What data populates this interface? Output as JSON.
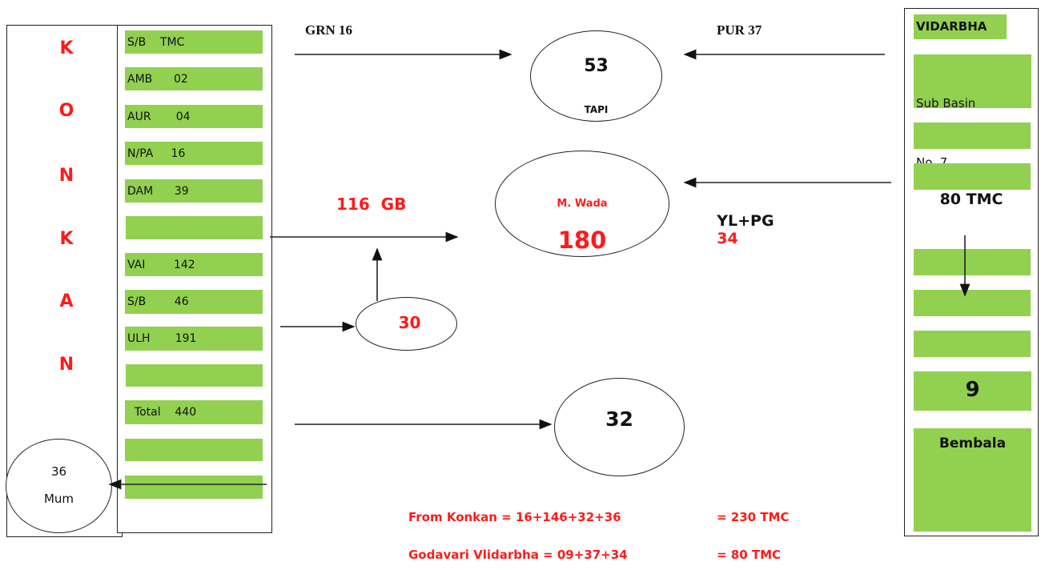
{
  "konkan": {
    "letters": [
      "K",
      "O",
      "N",
      "K",
      "A",
      "N"
    ],
    "rows": [
      "S/B    TMC",
      "AMB      02",
      "AUR       04",
      "N/PA     16",
      "DAM      39",
      "",
      "VAI        142",
      "S/B        46",
      "ULH       191",
      "",
      "  Total    440",
      "",
      ""
    ],
    "mumbai": {
      "value": "36",
      "label": "Mum"
    }
  },
  "flows": {
    "grn": "GRN 16",
    "pur": "PUR 37",
    "gb": "116  GB",
    "ylpg_label": "YL+PG",
    "ylpg_value": "34"
  },
  "nodes": {
    "tapi": {
      "value": "53",
      "label": "TAPI"
    },
    "mwada": {
      "label": "M. Wada",
      "value": "180"
    },
    "thirty": {
      "value": "30"
    },
    "thirty_two": {
      "value": "32"
    }
  },
  "vidarbha": {
    "title": "VIDARBHA",
    "sub_basin_line1": "Sub Basin",
    "sub_basin_line2": "No. 7",
    "tmc": "80 TMC",
    "nine": "9",
    "bembala": "Bembala"
  },
  "summary": {
    "konkan_formula": "From Konkan = 16+146+32+36",
    "konkan_total": "= 230 TMC",
    "vidarbha_formula": "Godavari Vlidarbha = 09+37+34",
    "vidarbha_total": "= 80 TMC"
  },
  "colors": {
    "accent_red": "#ff1a1a",
    "green": "#92d050"
  }
}
